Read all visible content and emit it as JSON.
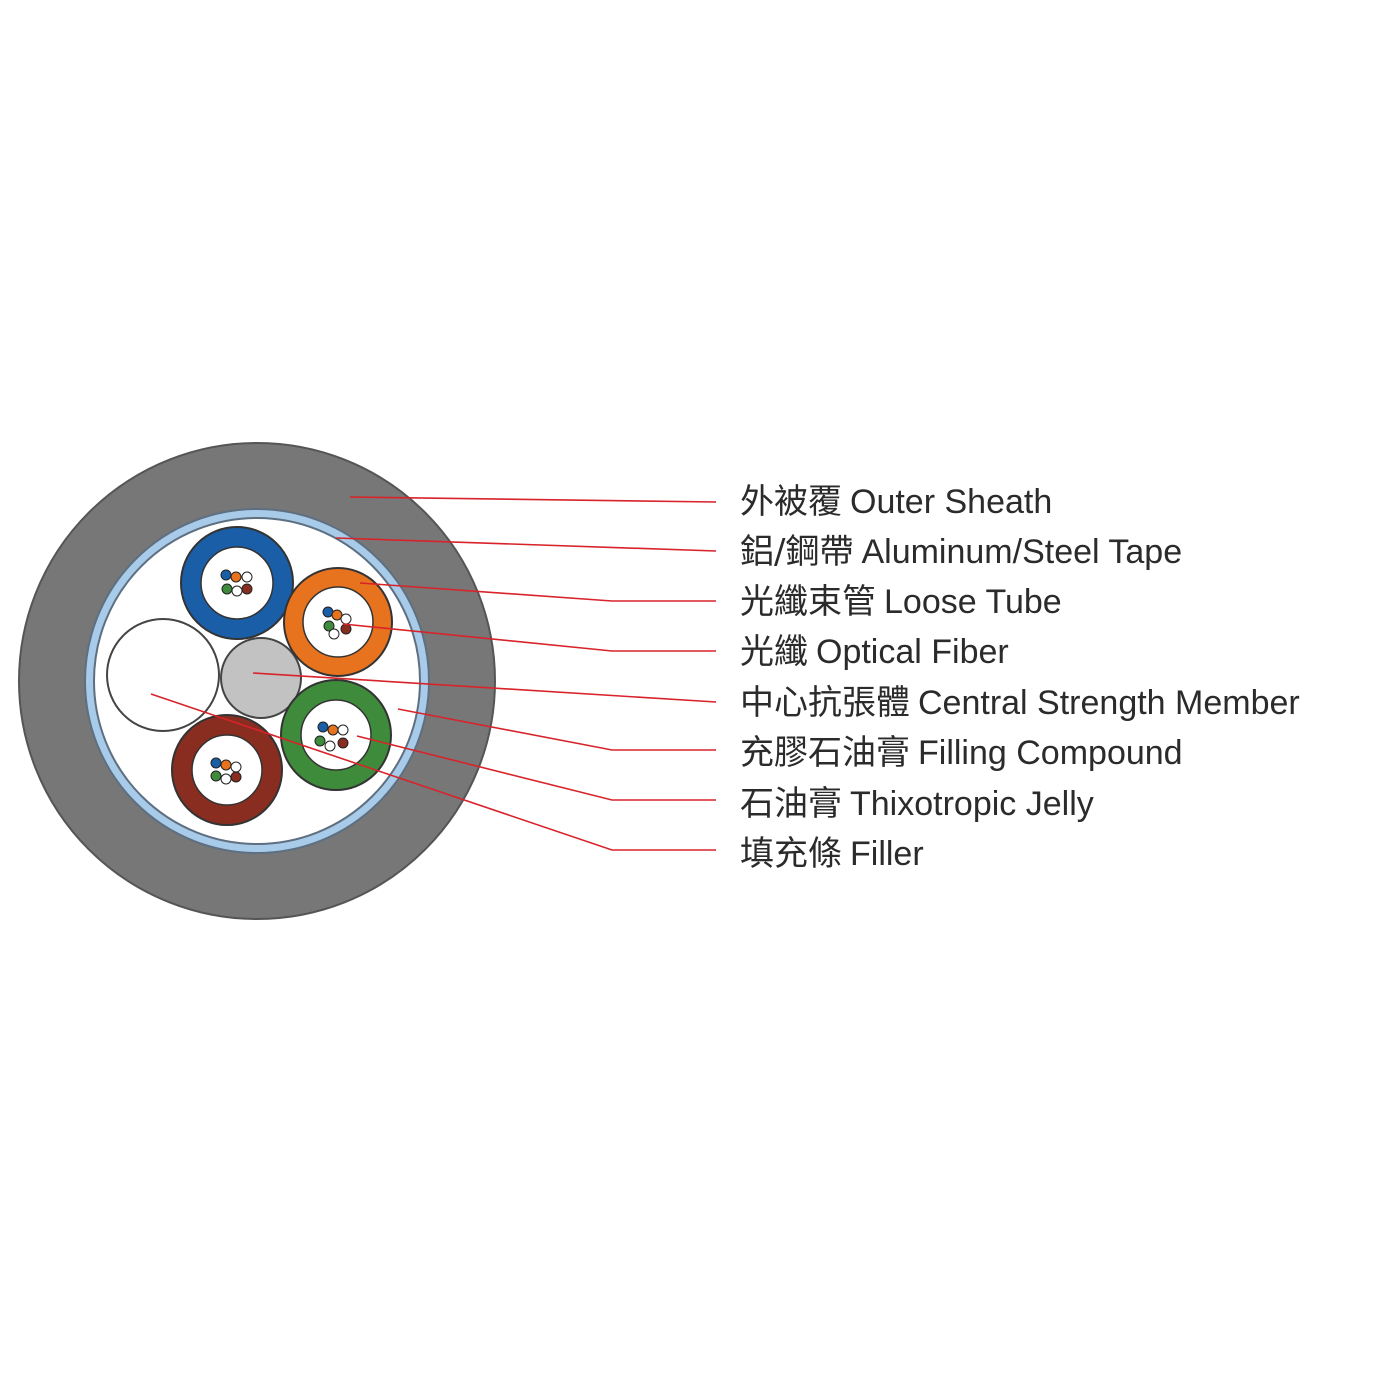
{
  "colors": {
    "outer_sheath": "#777777",
    "tape": "#a7cbe9",
    "filling": "#ffffff",
    "leader_line": "#d8232a",
    "tube_blue": "#1a5ea8",
    "tube_orange": "#e8731f",
    "tube_green": "#3f8b3c",
    "tube_brown": "#8a2d21",
    "central_member": "#c2c2c2",
    "text": "#2b2b2b"
  },
  "callouts": [
    {
      "zh": "外被覆",
      "en": "Outer Sheath"
    },
    {
      "zh": "鋁/鋼帶",
      "en": "Aluminum/Steel Tape"
    },
    {
      "zh": "光纖束管",
      "en": "Loose Tube"
    },
    {
      "zh": "光纖",
      "en": "Optical Fiber"
    },
    {
      "zh": "中心抗張體",
      "en": "Central Strength Member"
    },
    {
      "zh": "充膠石油膏",
      "en": "Filling Compound"
    },
    {
      "zh": "石油膏",
      "en": "Thixotropic Jelly"
    },
    {
      "zh": "填充條",
      "en": "Filler"
    }
  ]
}
